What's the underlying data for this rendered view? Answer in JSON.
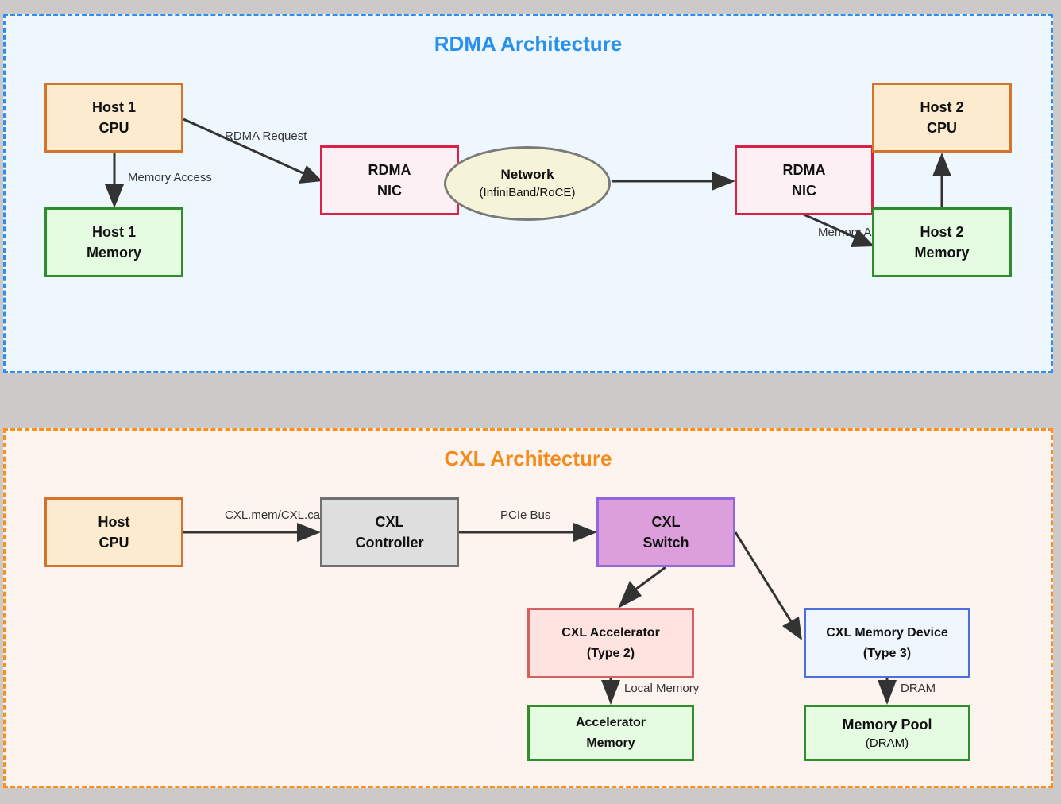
{
  "rdma": {
    "title": "RDMA Architecture",
    "host1_cpu": [
      "Host 1",
      "CPU"
    ],
    "host1_mem": [
      "Host 1",
      "Memory"
    ],
    "nic1": [
      "RDMA",
      "NIC"
    ],
    "network": {
      "title": "Network",
      "sub": "(InfiniBand/RoCE)"
    },
    "nic2": [
      "RDMA",
      "NIC"
    ],
    "host2_cpu": [
      "Host 2",
      "CPU"
    ],
    "host2_mem": [
      "Host 2",
      "Memory"
    ],
    "edges": {
      "mem_access_1": "Memory Access",
      "rdma_request": "RDMA Request",
      "mem_access_2": "Memory Access"
    }
  },
  "cxl": {
    "title": "CXL Architecture",
    "host_cpu": [
      "Host",
      "CPU"
    ],
    "controller": [
      "CXL",
      "Controller"
    ],
    "switch": [
      "CXL",
      "Switch"
    ],
    "accelerator": [
      "CXL Accelerator",
      "(Type 2)"
    ],
    "memory_device": [
      "CXL Memory Device",
      "(Type 3)"
    ],
    "accel_memory": [
      "Accelerator",
      "Memory"
    ],
    "memory_pool": {
      "title": "Memory Pool",
      "sub": "(DRAM)"
    },
    "edges": {
      "cxl_mem_cache": "CXL.mem/CXL.cache",
      "pcie_bus": "PCIe Bus",
      "local_memory": "Local Memory",
      "dram": "DRAM"
    }
  }
}
